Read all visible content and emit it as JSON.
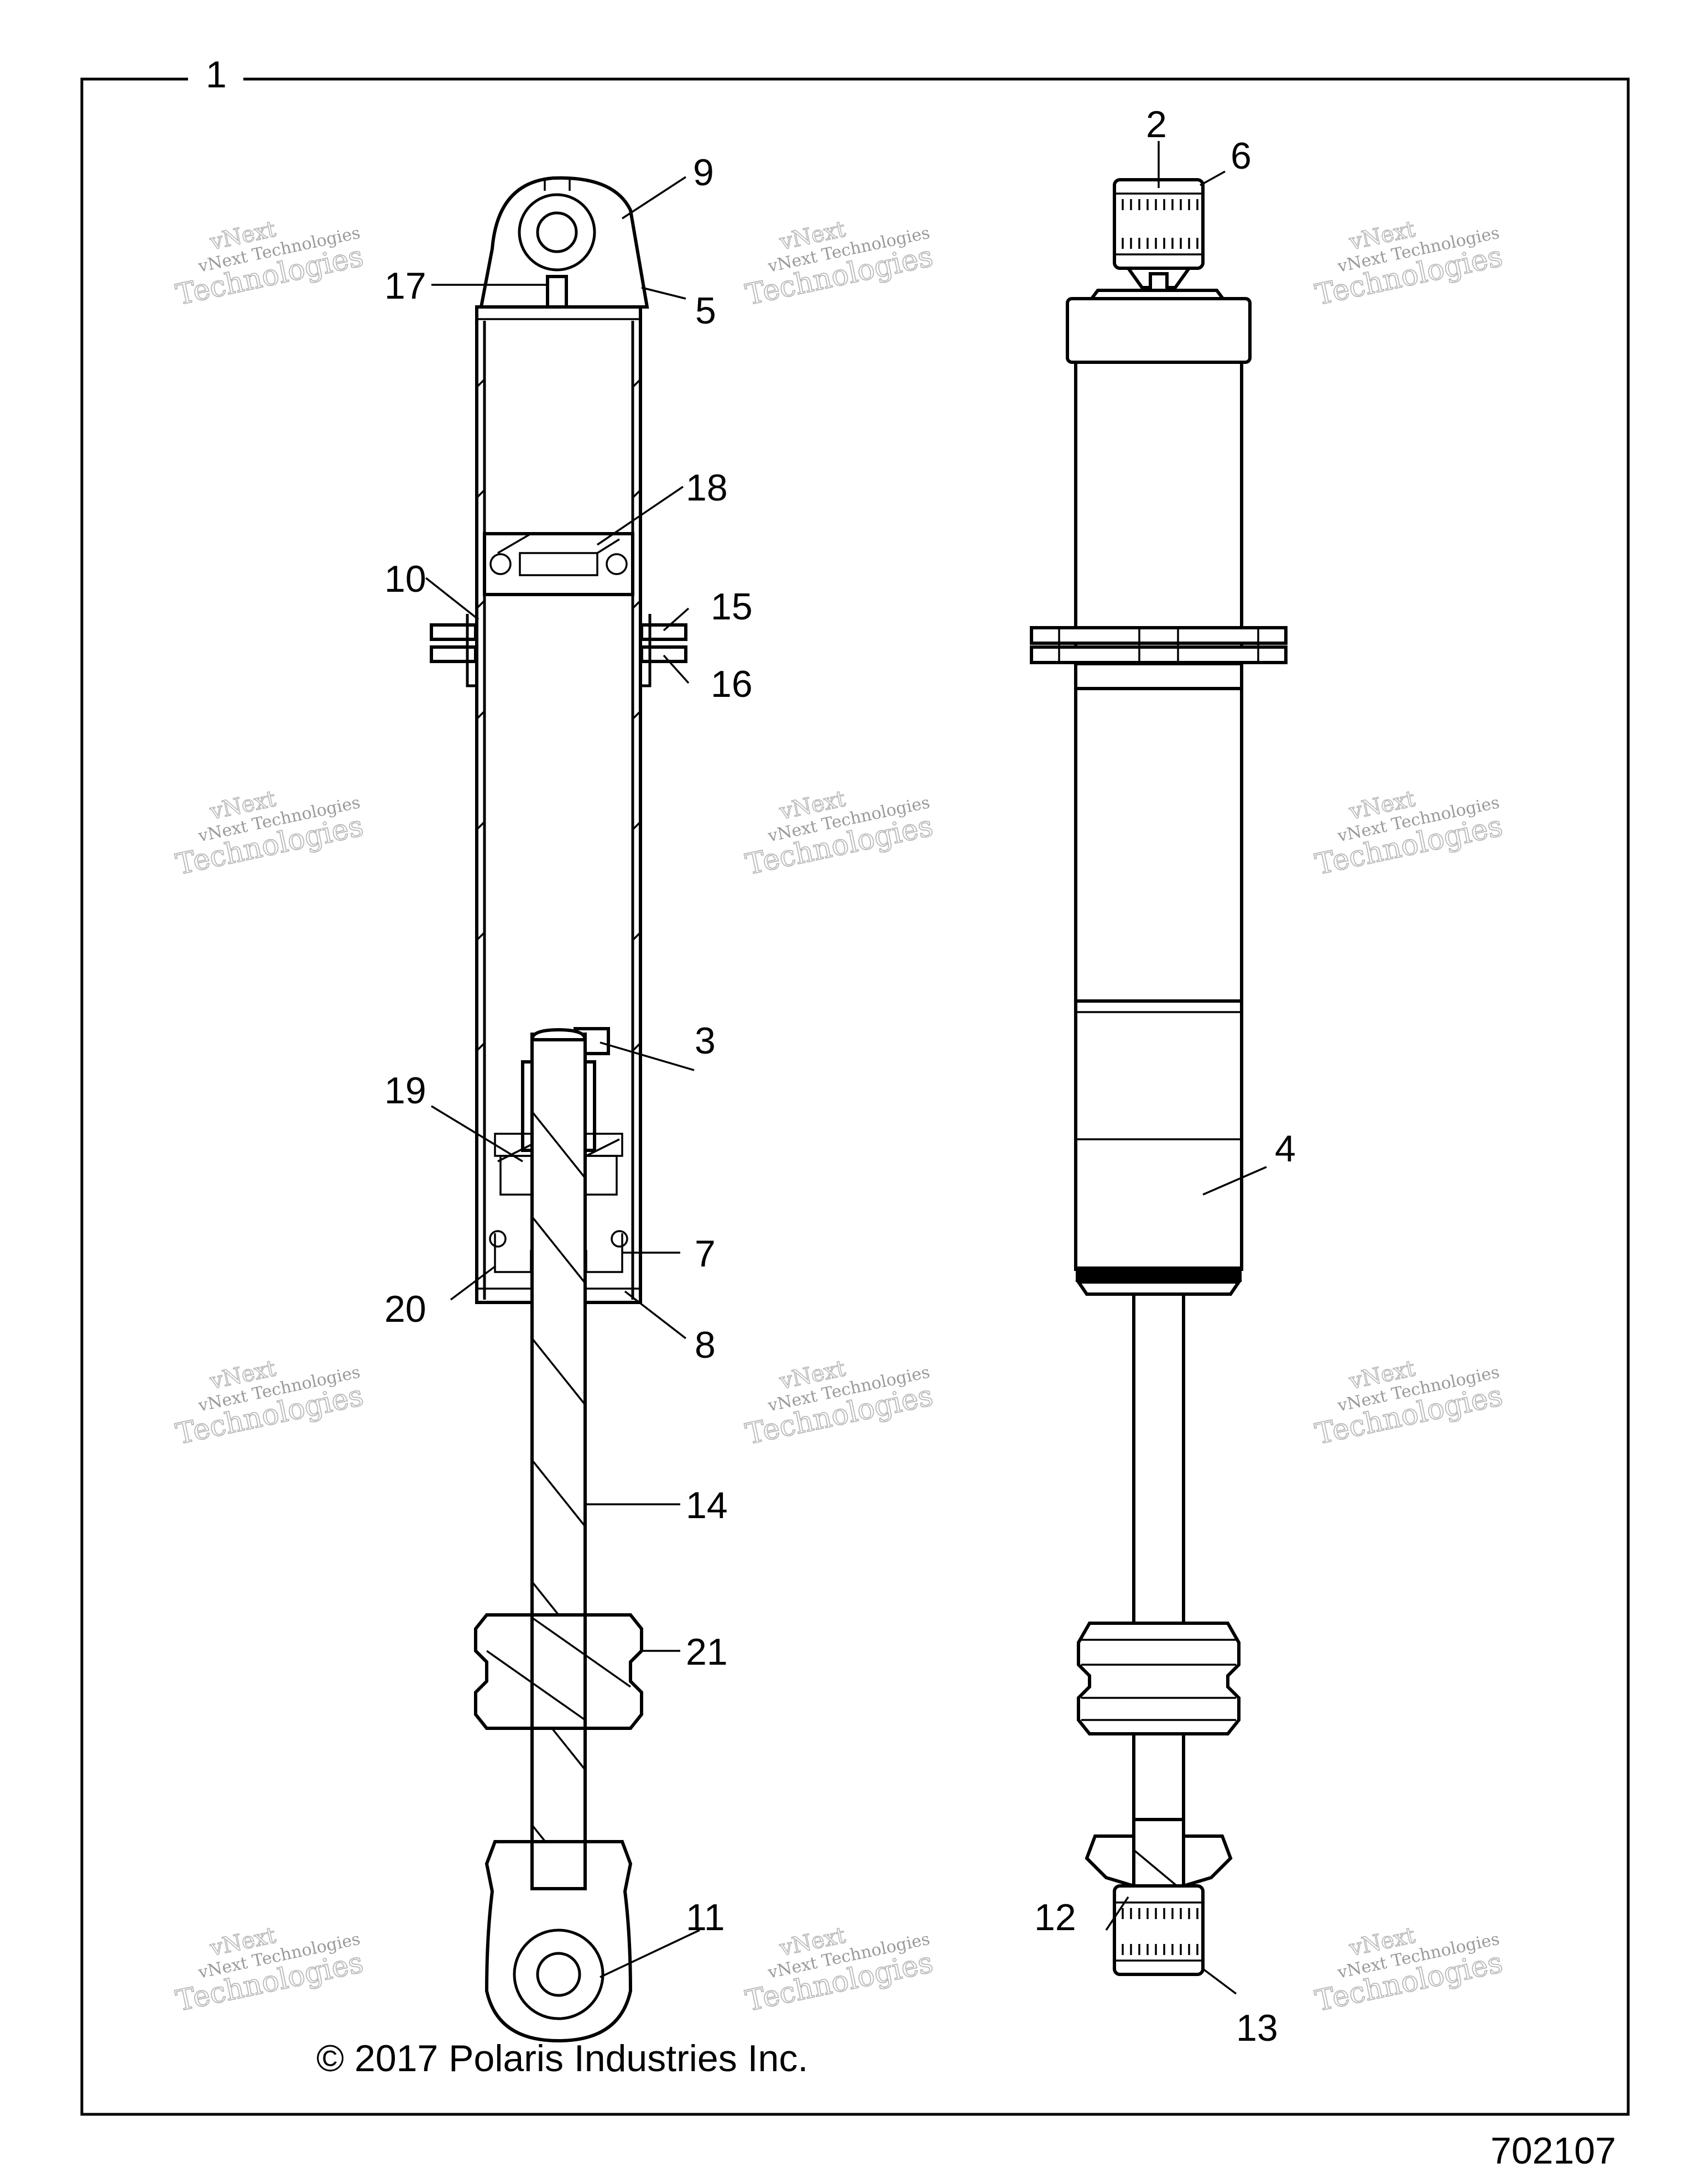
{
  "labels": {
    "l1": "1",
    "l2": "2",
    "l3": "3",
    "l4": "4",
    "l5": "5",
    "l6": "6",
    "l7": "7",
    "l8": "8",
    "l9": "9",
    "l10": "10",
    "l11": "11",
    "l12": "12",
    "l13": "13",
    "l14": "14",
    "l15": "15",
    "l16": "16",
    "l17": "17",
    "l18": "18",
    "l19": "19",
    "l20": "20",
    "l21": "21"
  },
  "copyright": "© 2017 Polaris Industries Inc.",
  "drawing_number": "702107",
  "watermark": {
    "line1": "vNext Technologies",
    "line2": "Technologies",
    "line3": "vNext"
  }
}
